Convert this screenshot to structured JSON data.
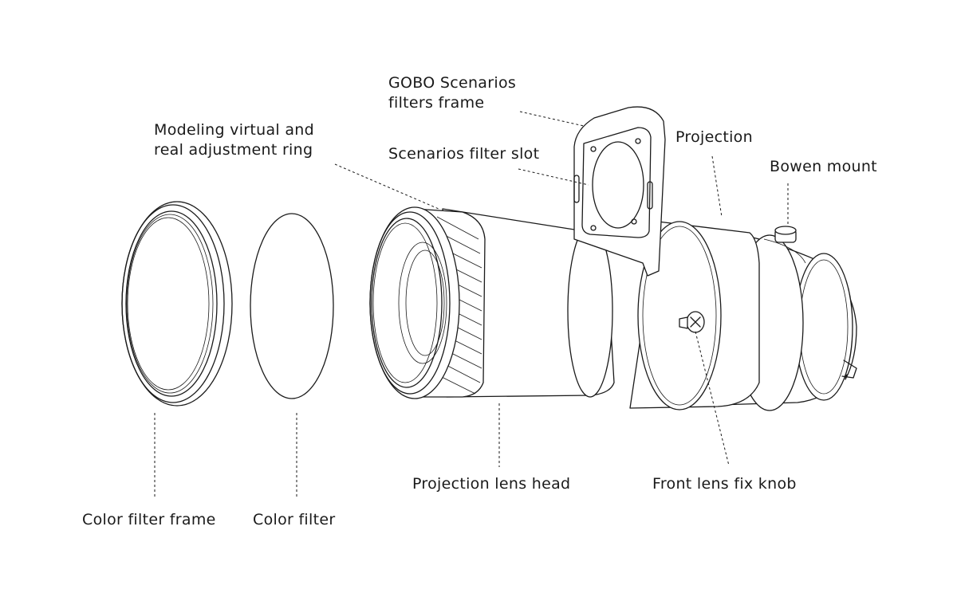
{
  "labels": {
    "gobo_frame_line1": "GOBO Scenarios",
    "gobo_frame_line2": "filters frame",
    "modeling_ring_line1": "Modeling virtual and",
    "modeling_ring_line2": "real adjustment ring",
    "filter_slot": "Scenarios filter slot",
    "projection": "Projection",
    "bowen_mount": "Bowen mount",
    "projection_lens_head": "Projection lens head",
    "front_lens_fix_knob": "Front lens fix knob",
    "color_filter_frame": "Color filter frame",
    "color_filter": "Color filter"
  },
  "colors": {
    "line": "#1a1a1a",
    "background": "#ffffff"
  }
}
